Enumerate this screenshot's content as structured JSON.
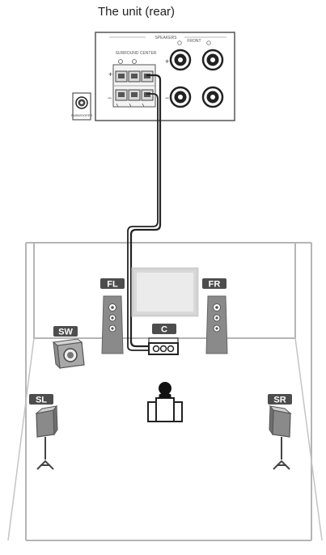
{
  "title": "The unit (rear)",
  "unit_panel": {
    "top_label": "SPEAKERS",
    "terminal_group_label": "SURROUND   CENTER",
    "front_label": "FRONT",
    "subwoofer_jack_label": "SUBWOOFER",
    "plus_sign": "+",
    "minus_sign": "−"
  },
  "speakers": {
    "front_left": "FL",
    "front_right": "FR",
    "center": "C",
    "subwoofer": "SW",
    "surround_left": "SL",
    "surround_right": "SR"
  },
  "colors": {
    "line": "#333333",
    "badge": "#4d4d4d",
    "speaker_fill": "#8a8a8a",
    "room_edge": "#b5b5b5",
    "tv_frame": "#cfcfcf"
  }
}
